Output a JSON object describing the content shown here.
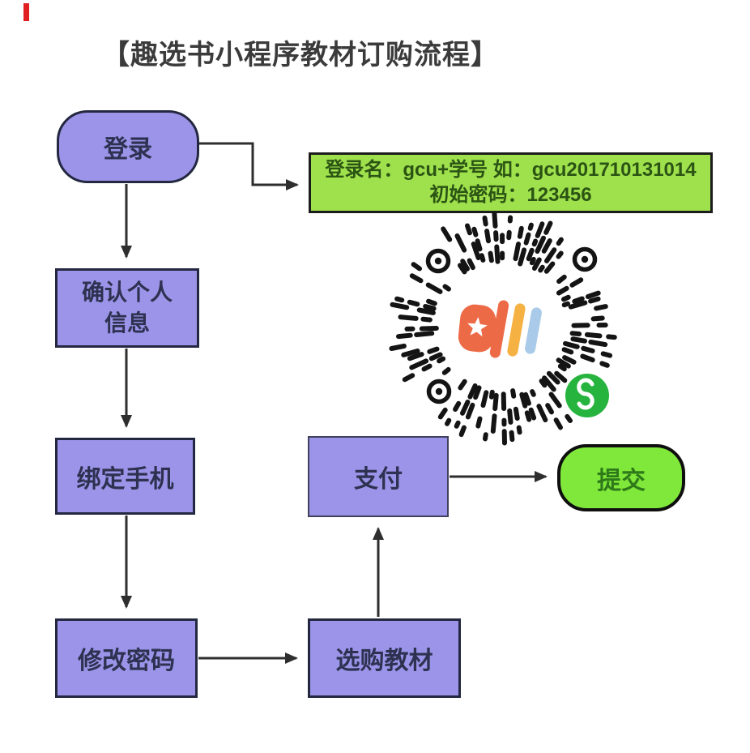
{
  "title": {
    "text": "【趣选书小程序教材订购流程】"
  },
  "flowchart": {
    "nodes": {
      "login": {
        "label": "登录"
      },
      "confirm": {
        "label": "确认个人信息"
      },
      "bind": {
        "label": "绑定手机"
      },
      "changepw": {
        "label": "修改密码"
      },
      "select": {
        "label": "选购教材"
      },
      "pay": {
        "label": "支付"
      },
      "submit": {
        "label": "提交"
      }
    },
    "note": {
      "line1": "登录名：gcu+学号 如：gcu201710131014",
      "line2": "初始密码：123456"
    }
  },
  "colors": {
    "title_color": "#3b3b3b",
    "node_fill": "#9c94e9",
    "node_border": "#232840",
    "node_text": "#2e3150",
    "note_fill": "#9fe14c",
    "note_border": "#1c1c1c",
    "note_text": "#2b5414",
    "submit_fill": "#80e83a",
    "submit_text": "#2e7a1a",
    "arrow_color": "#2e2e2e",
    "qr_ink": "#141414",
    "badge_green": "#26b43e",
    "logo_orange": "#ed6a47",
    "logo_amber": "#f6b143",
    "logo_blue": "#a9cae8",
    "red_mark": "#e02020"
  }
}
